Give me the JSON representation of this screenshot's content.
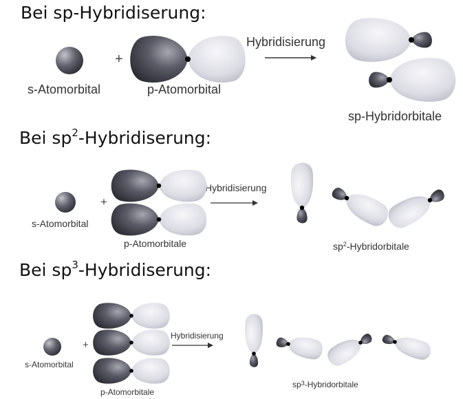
{
  "sections": [
    {
      "heading": {
        "prefix": "Bei sp",
        "sup": "",
        "suffix": "-Hybridiserung:"
      },
      "s_label": "s-Atomorbital",
      "p_label": "p-Atomorbital",
      "arrow_label": "Hybridisierung",
      "hybrid_label": {
        "prefix": "sp",
        "sup": "",
        "suffix": "-Hybridorbitale"
      },
      "plus": "+"
    },
    {
      "heading": {
        "prefix": "Bei sp",
        "sup": "2",
        "suffix": "-Hybridiserung:"
      },
      "s_label": "s-Atomorbital",
      "p_label": "p-Atomorbitale",
      "arrow_label": "Hybridisierung",
      "hybrid_label": {
        "prefix": "sp",
        "sup": "2",
        "suffix": "-Hybridorbitale"
      },
      "plus": "+"
    },
    {
      "heading": {
        "prefix": "Bei sp",
        "sup": "3",
        "suffix": "-Hybridiserung:"
      },
      "s_label": "s-Atomorbital",
      "p_label": "p-Atomorbitale",
      "arrow_label": "Hybridisierung",
      "hybrid_label": {
        "prefix": "sp",
        "sup": "3",
        "suffix": "-Hybridorbitale"
      },
      "plus": "+"
    }
  ],
  "colors": {
    "dark_lobe": "#4a4a55",
    "light_lobe": "#dcdce4",
    "nucleus": "#000000",
    "text": "#333333"
  }
}
